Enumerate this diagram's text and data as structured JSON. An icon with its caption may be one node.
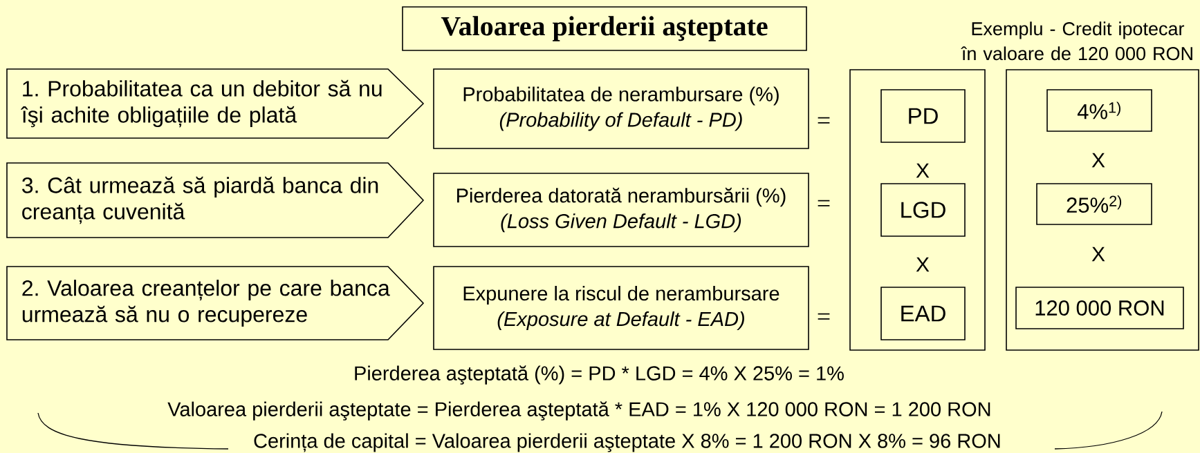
{
  "diagram": {
    "nodes": [
      {
        "text": [
          "Valoarea pierderii aşteptate"
        ]
      },
      {
        "text": [
          "1. Probabilitatea ca un debitor să nu îşi achite obligațiile de plată"
        ]
      },
      {
        "text": [
          "3. Cât urmează să piardă banca din creanța cuvenită"
        ]
      },
      {
        "text": [
          "2. Valoarea creanțelor pe care banca urmează să nu o recupereze"
        ]
      },
      {
        "text": [
          "Probabilitatea de nerambursare (%)",
          "(Probability of Default - PD)"
        ]
      },
      {
        "text": [
          "Pierderea datorată nerambursării (%)",
          "(Loss Given Default - LGD)"
        ]
      },
      {
        "text": [
          "Expunere la riscul de nerambursare",
          "(Exposure at Default - EAD)"
        ]
      },
      {
        "text": [],
        "shape": "box"
      },
      {
        "text": [
          "PD"
        ],
        "in": 7
      },
      {
        "text": [
          "LGD"
        ],
        "in": 7
      },
      {
        "text": [
          "EAD"
        ],
        "in": 7
      },
      {
        "text": [
          "Exemplu - Credit ipotecar în valoare de 120 000 RON"
        ]
      },
      {
        "text": [
          "4%$^{1)}$"
        ],
        "in": 11
      },
      {
        "text": [
          "25%$^{2)}$"
        ],
        "in": 11
      },
      {
        "text": [
          "120 000 RON"
        ],
        "in": 11
      }
    ],
    "labels": [
      "=",
      "X",
      "X",
      "=",
      "X",
      "X",
      "=",
      "Pierderea aşteptată (%) = PD * LGD = 4% X 25% = 1%",
      "Valoarea pierderii aşteptate = Pierderea aşteptată * EAD = 1% X 120 000 RON = 1 200 RON",
      "Cerința de capital = Valoarea pierderii aşteptate X 8% = 1 200 RON X 8% = 96 RON"
    ]
  }
}
